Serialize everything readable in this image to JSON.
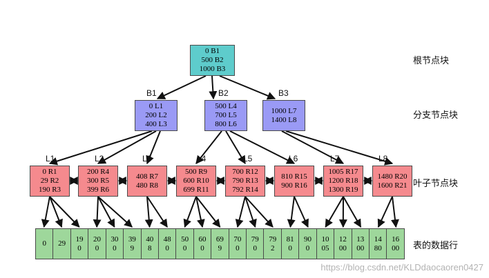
{
  "root": {
    "lines": [
      "0 B1",
      "500 B2",
      "1000 B3"
    ]
  },
  "branches": [
    {
      "label": "B1",
      "lines": [
        "0 L1",
        "200 L2",
        "400 L3"
      ]
    },
    {
      "label": "B2",
      "lines": [
        "500 L4",
        "700 L5",
        "800 L6"
      ]
    },
    {
      "label": "B3",
      "lines": [
        "1000 L7",
        "1400 L8"
      ]
    }
  ],
  "leaves": [
    {
      "label": "L1",
      "lines": [
        "0 R1",
        "29 R2",
        "190 R3"
      ]
    },
    {
      "label": "L2",
      "lines": [
        "200 R4",
        "300 R5",
        "399 R6"
      ]
    },
    {
      "label": "L3",
      "lines": [
        "408 R7",
        "480 R8"
      ]
    },
    {
      "label": "L4",
      "lines": [
        "500 R9",
        "600 R10",
        "699 R11"
      ]
    },
    {
      "label": "L5",
      "lines": [
        "700 R12",
        "790 R13",
        "792 R14"
      ]
    },
    {
      "label": "L6",
      "lines": [
        "810 R15",
        "900 R16"
      ]
    },
    {
      "label": "L7",
      "lines": [
        "1005 R17",
        "1200 R18",
        "1300 R19"
      ]
    },
    {
      "label": "L8",
      "lines": [
        "1480 R20",
        "1600 R21"
      ]
    }
  ],
  "rows": [
    [
      "0"
    ],
    [
      "29"
    ],
    [
      "19",
      "0"
    ],
    [
      "20",
      "0"
    ],
    [
      "30",
      "0"
    ],
    [
      "39",
      "9"
    ],
    [
      "40",
      "8"
    ],
    [
      "48",
      "0"
    ],
    [
      "50",
      "0"
    ],
    [
      "60",
      "0"
    ],
    [
      "69",
      "9"
    ],
    [
      "70",
      "0"
    ],
    [
      "79",
      "0"
    ],
    [
      "79",
      "2"
    ],
    [
      "81",
      "0"
    ],
    [
      "90",
      "0"
    ],
    [
      "10",
      "05"
    ],
    [
      "12",
      "00"
    ],
    [
      "13",
      "00"
    ],
    [
      "14",
      "80"
    ],
    [
      "16",
      "00"
    ]
  ],
  "level_labels": {
    "root": "根节点块",
    "branch": "分支节点块",
    "leaf": "叶子节点块",
    "rows": "表的数据行"
  },
  "watermark": "https://blog.csdn.net/KLDdaocaoren0427",
  "colors": {
    "root": "#5ecccc",
    "branch": "#9a9af5",
    "leaf": "#f58a8e",
    "rows": "#9ed79b",
    "edge": "#111111"
  }
}
